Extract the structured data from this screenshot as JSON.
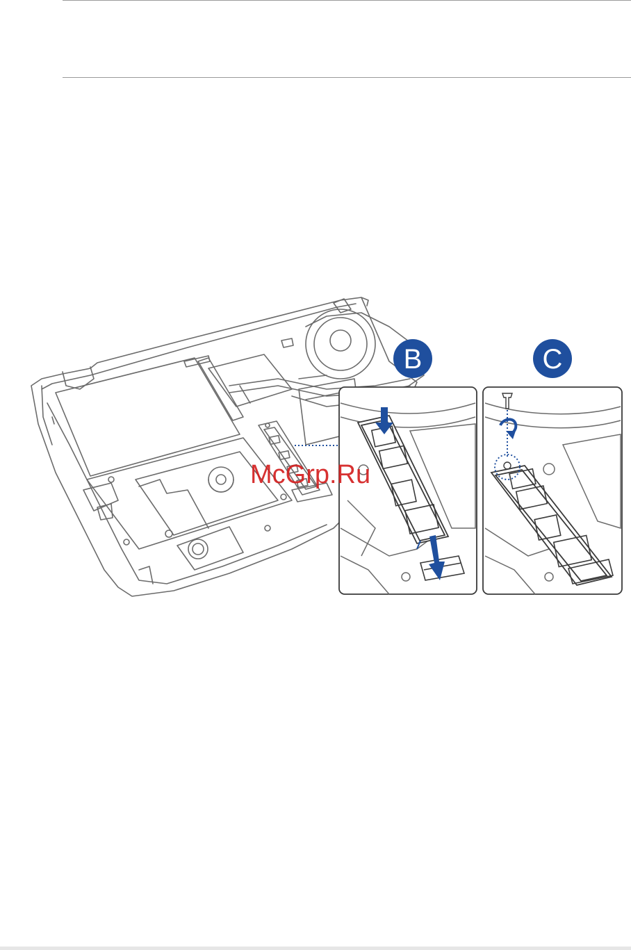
{
  "figure": {
    "callouts": [
      {
        "id": "B",
        "label": "B",
        "color": "#1f4f9e"
      },
      {
        "id": "C",
        "label": "C",
        "color": "#1f4f9e"
      }
    ],
    "line_color": "#6b6b6b",
    "arrow_color": "#1f4f9e"
  },
  "watermark": {
    "text": "McGrp.Ru",
    "color": "#d42020"
  }
}
